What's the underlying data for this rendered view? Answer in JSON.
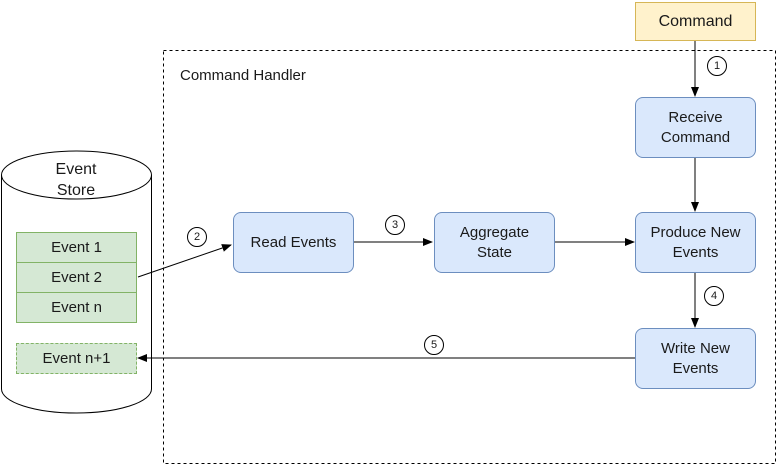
{
  "command": {
    "label": "Command"
  },
  "handler": {
    "title": "Command Handler"
  },
  "store": {
    "title": "Event\nStore",
    "events": [
      "Event 1",
      "Event 2",
      "Event n"
    ],
    "new_event": "Event n+1"
  },
  "steps": {
    "receive": "Receive\nCommand",
    "read": "Read Events",
    "aggregate": "Aggregate\nState",
    "produce": "Produce New\nEvents",
    "write": "Write New\nEvents"
  },
  "step_numbers": [
    "1",
    "2",
    "3",
    "4",
    "5"
  ],
  "colors": {
    "process_fill": "#dae8fc",
    "process_stroke": "#6c8ebf",
    "command_fill": "#fff2cc",
    "command_stroke": "#d6b656",
    "event_fill": "#d5e8d4",
    "event_stroke": "#82b366"
  }
}
